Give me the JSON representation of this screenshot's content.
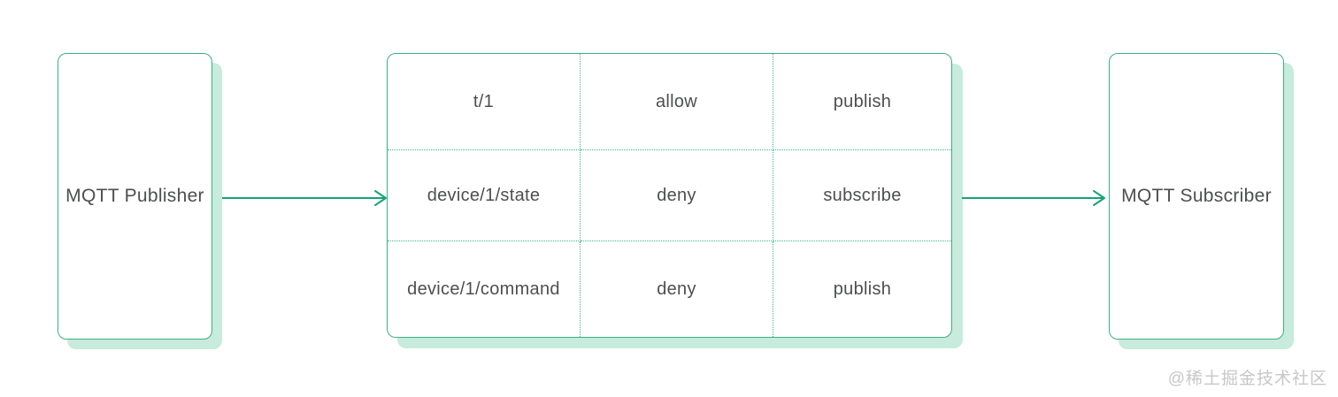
{
  "diagram": {
    "publisher": {
      "label": "MQTT Publisher"
    },
    "subscriber": {
      "label": "MQTT Subscriber"
    },
    "acl_table": {
      "rows": [
        [
          "t/1",
          "allow",
          "publish"
        ],
        [
          "device/1/state",
          "deny",
          "subscribe"
        ],
        [
          "device/1/command",
          "deny",
          "publish"
        ]
      ]
    },
    "watermark": "@稀土掘金技术社区",
    "colors": {
      "border_green": "#3cb084",
      "divider_green": "#3db586",
      "arrow_green": "#16a374",
      "shadow_green": "#c7ebdc",
      "text_dark": "#4d4f4e",
      "watermark_gray": "#c7c7c7"
    }
  }
}
